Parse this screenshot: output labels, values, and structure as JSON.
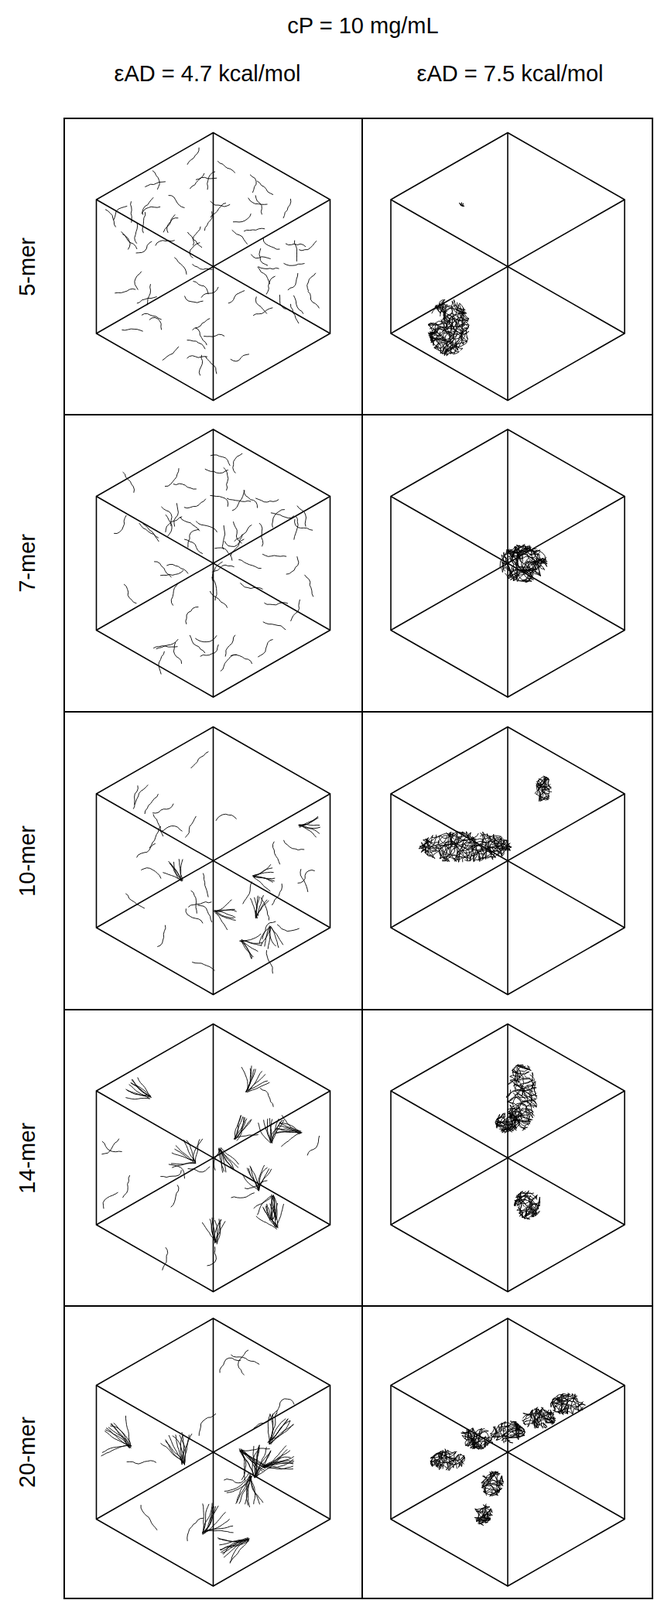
{
  "diagram": {
    "title": "cP = 10 mg/mL",
    "labels": [
      "εAD = 4.7 kcal/mol",
      "εAD = 7.5 kcal/mol",
      "5-mer",
      "7-mer",
      "10-mer",
      "14-mer",
      "20-mer"
    ]
  }
}
